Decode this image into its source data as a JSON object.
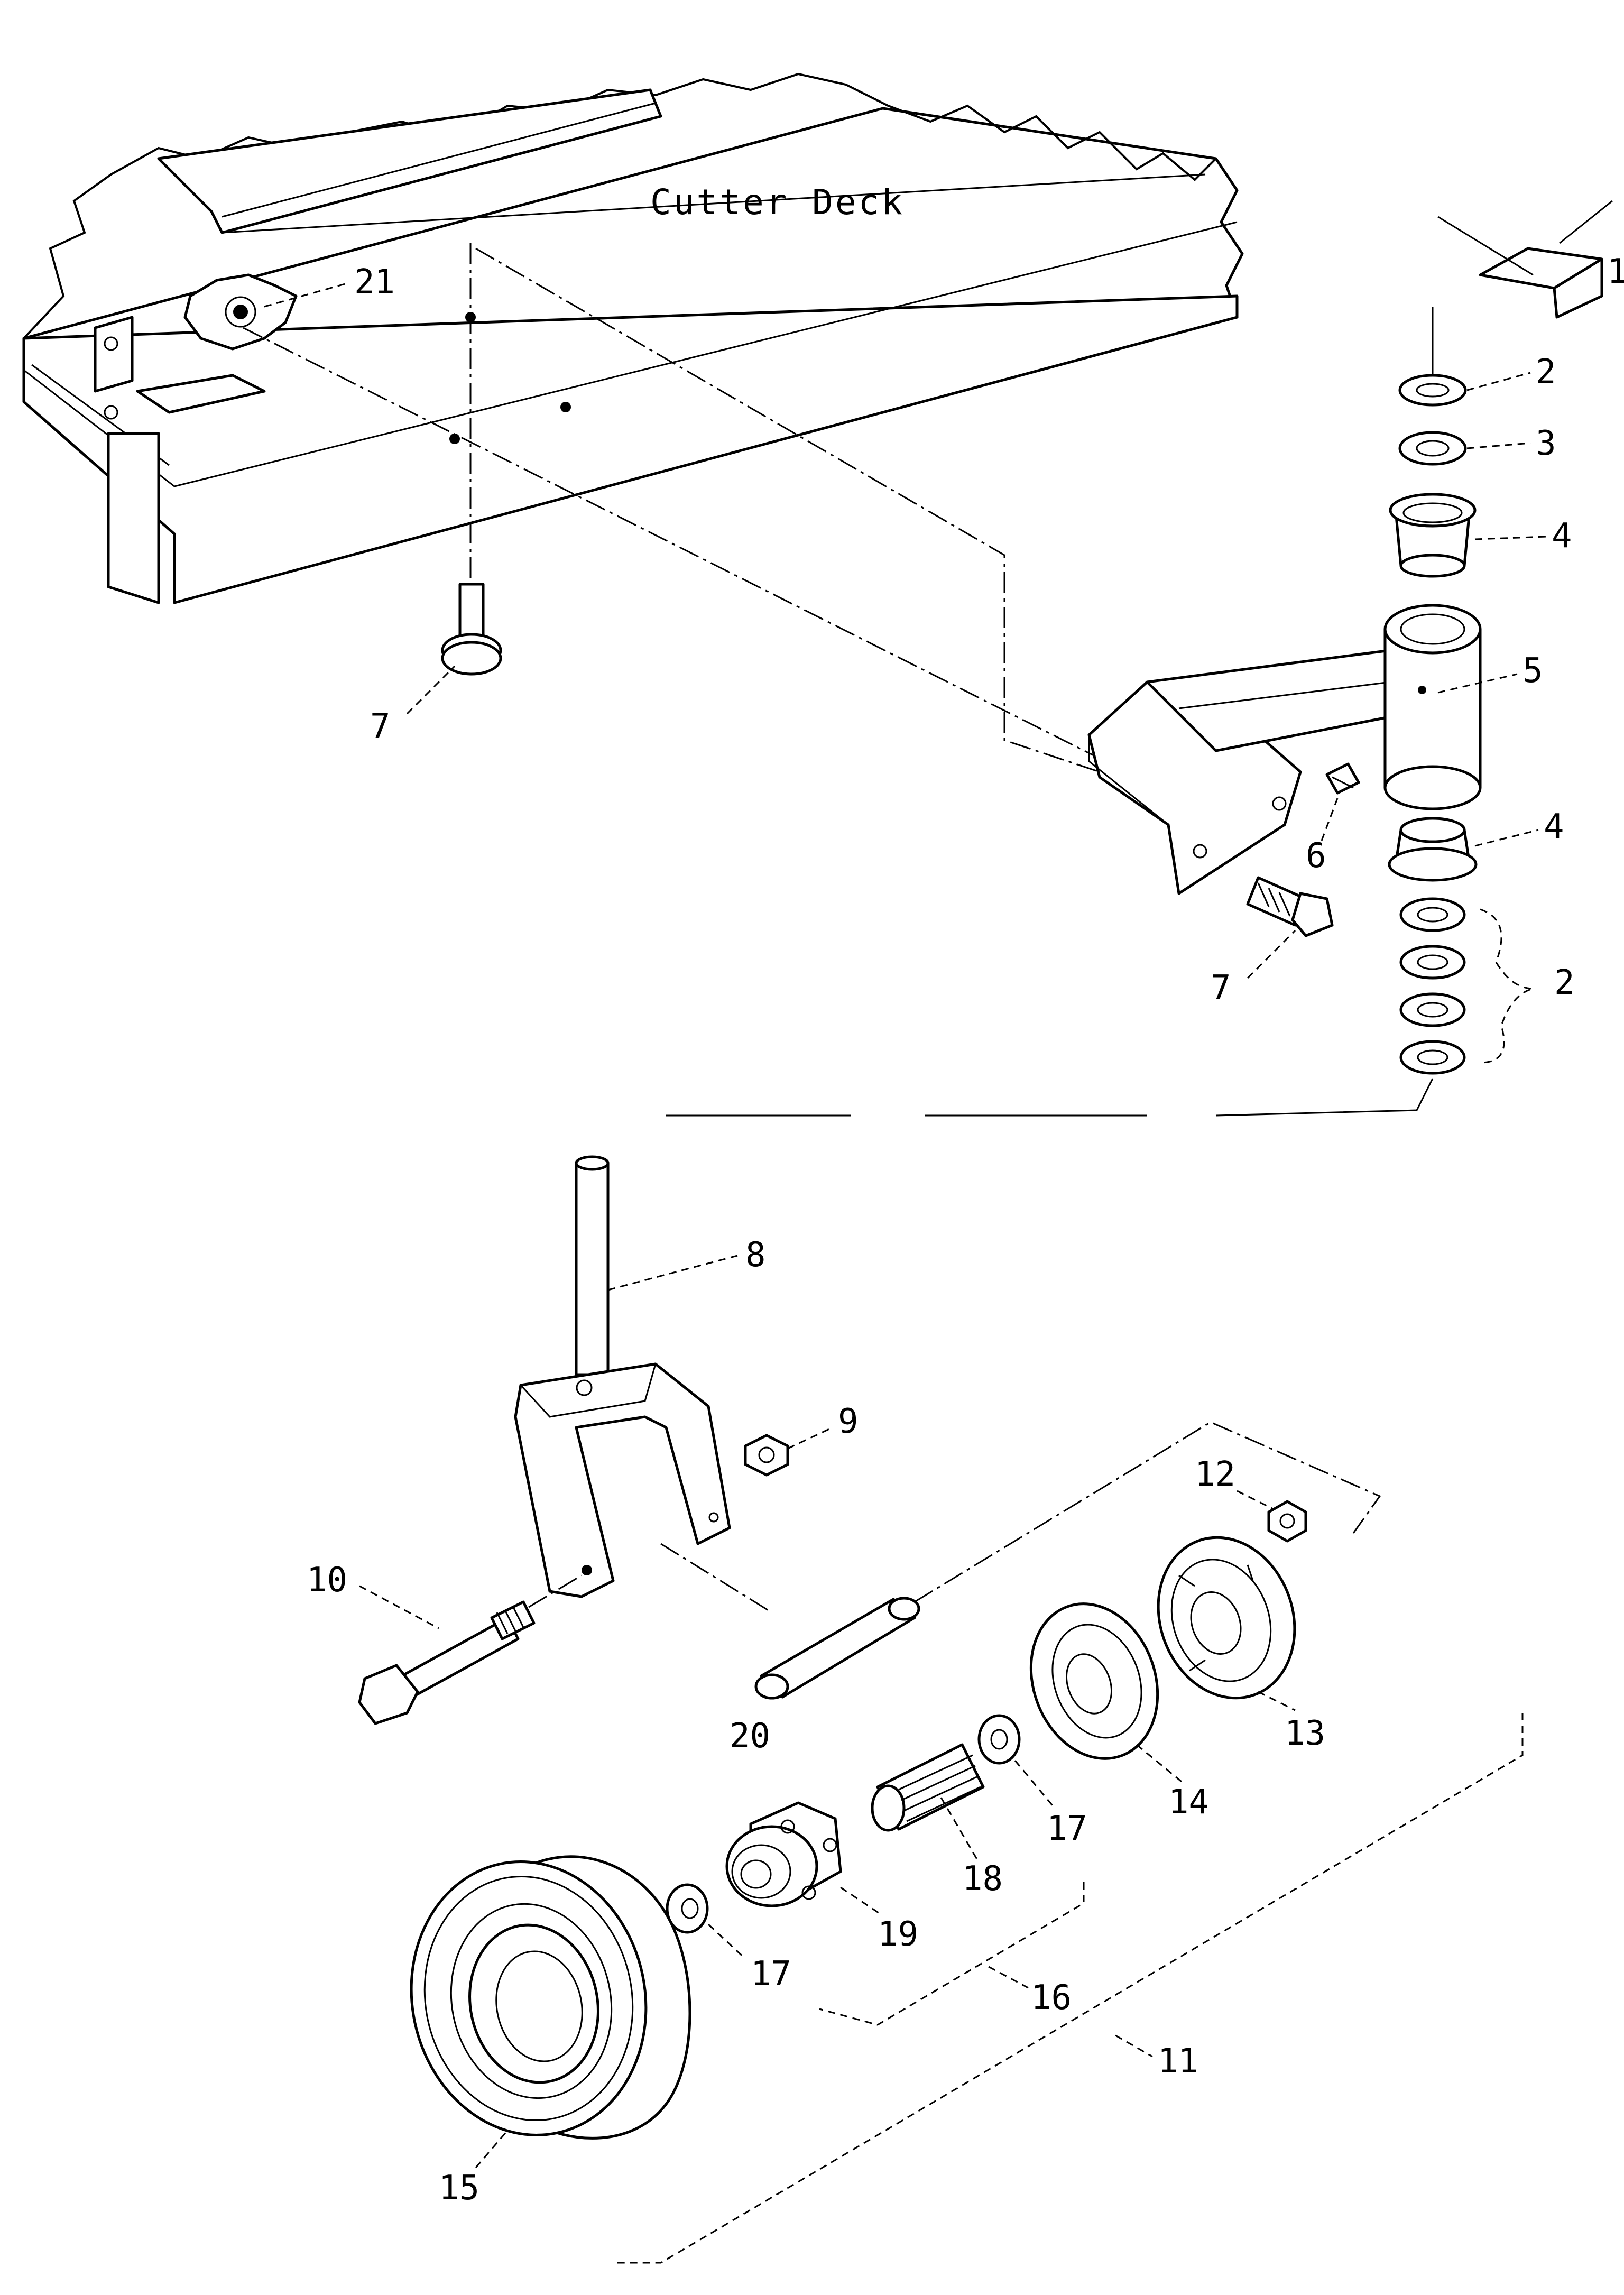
{
  "diagram": {
    "deck_label": "Cutter Deck",
    "callouts": {
      "c1": "1",
      "c2_top": "2",
      "c3": "3",
      "c4_top": "4",
      "c5": "5",
      "c6": "6",
      "c4_bottom": "4",
      "c2_stack": "2",
      "c7_bracket": "7",
      "c7_deck": "7",
      "c21": "21",
      "c8": "8",
      "c9": "9",
      "c10": "10",
      "c12": "12",
      "c13": "13",
      "c14": "14",
      "c17_right": "17",
      "c18": "18",
      "c19": "19",
      "c20": "20",
      "c17_left": "17",
      "c16": "16",
      "c11": "11",
      "c15": "15"
    }
  }
}
